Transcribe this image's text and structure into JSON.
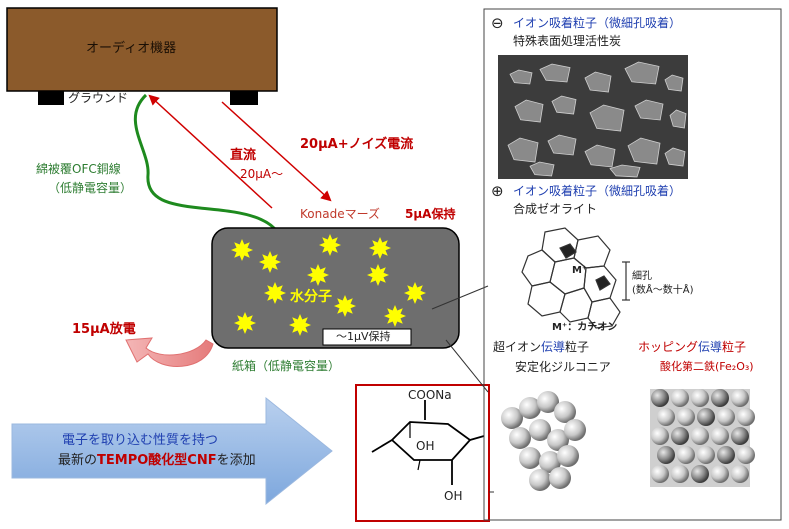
{
  "audio": {
    "device_label": "オーディオ機器",
    "ground_label": "グラウンド"
  },
  "cable": {
    "label_line1": "綿被覆OFC銅線",
    "label_line2": "（低静電容量）"
  },
  "current": {
    "dc_label": "直流",
    "dc_value": "20μA～",
    "noise_label": "20μA+ノイズ電流"
  },
  "konade": {
    "name": "Konadeマーズ",
    "hold": "5μA保持",
    "water": "水分子",
    "inner_hold": "～1μV保持",
    "box_label": "紙箱（低静電容量）",
    "discharge": "15μA放電"
  },
  "additive": {
    "line1": "電子を取り込む性質を持つ",
    "line2_prefix": "最新の",
    "line2_highlight": "TEMPO酸化型CNF",
    "line2_suffix": "を添加"
  },
  "molecule": {
    "coona": "COONa",
    "oh1": "OH",
    "oh2": "OH"
  },
  "particles": {
    "minus_sign": "⊖",
    "item1_title": "イオン吸着粒子（微細孔吸着）",
    "item1_sub": "特殊表面処理活性炭",
    "plus_sign": "⊕",
    "item2_title": "イオン吸着粒子（微細孔吸着）",
    "item2_sub": "合成ゼオライト",
    "zeolite_pore_1": "細孔",
    "zeolite_pore_2": "(数Å～数十Å)",
    "zeolite_m": "M⁺",
    "zeolite_cation": "M⁺：カチオン",
    "item3_title_a": "超イオン",
    "item3_title_b": "伝導",
    "item3_title_c": "粒子",
    "item3_sub": "安定化ジルコニア",
    "item4_title_a": "ホッピング",
    "item4_title_b": "伝導",
    "item4_title_c": "粒子",
    "item4_sub": "酸化第二鉄(Fe₂O₃)"
  },
  "colors": {
    "device_fill": "#8b5a2b",
    "box_fill": "#6e6e6e",
    "wire": "#1e8a1e",
    "arrow_red": "#d00000",
    "spark": "#ffff00",
    "big_arrow": "#8fb4e3"
  }
}
